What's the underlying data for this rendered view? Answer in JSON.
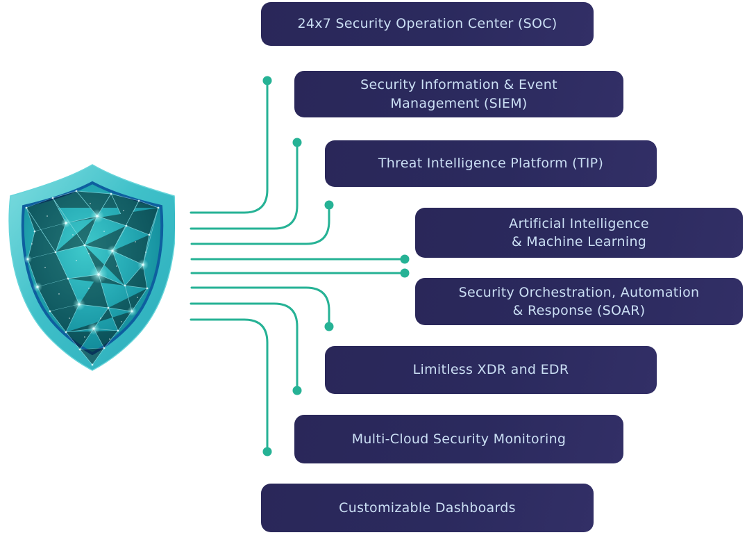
{
  "diagram": {
    "subject_icon": "shield-network-icon",
    "boxes": [
      {
        "id": "soc",
        "label": "24x7 Security Operation Center (SOC)"
      },
      {
        "id": "siem",
        "label": "Security Information & Event\nManagement (SIEM)"
      },
      {
        "id": "tip",
        "label": "Threat Intelligence Platform (TIP)"
      },
      {
        "id": "ai-ml",
        "label": "Artificial Intelligence\n& Machine Learning"
      },
      {
        "id": "soar",
        "label": "Security Orchestration, Automation\n& Response (SOAR)"
      },
      {
        "id": "xdr-edr",
        "label": "Limitless XDR and EDR"
      },
      {
        "id": "multicloud",
        "label": "Multi-Cloud Security Monitoring"
      },
      {
        "id": "dashboards",
        "label": "Customizable Dashboards"
      }
    ],
    "colors": {
      "box_navy": "#2b2a5e",
      "connector_teal": "#26b295",
      "sky_accent": "#7fd3e8",
      "label_text": "#cbdff4"
    }
  }
}
